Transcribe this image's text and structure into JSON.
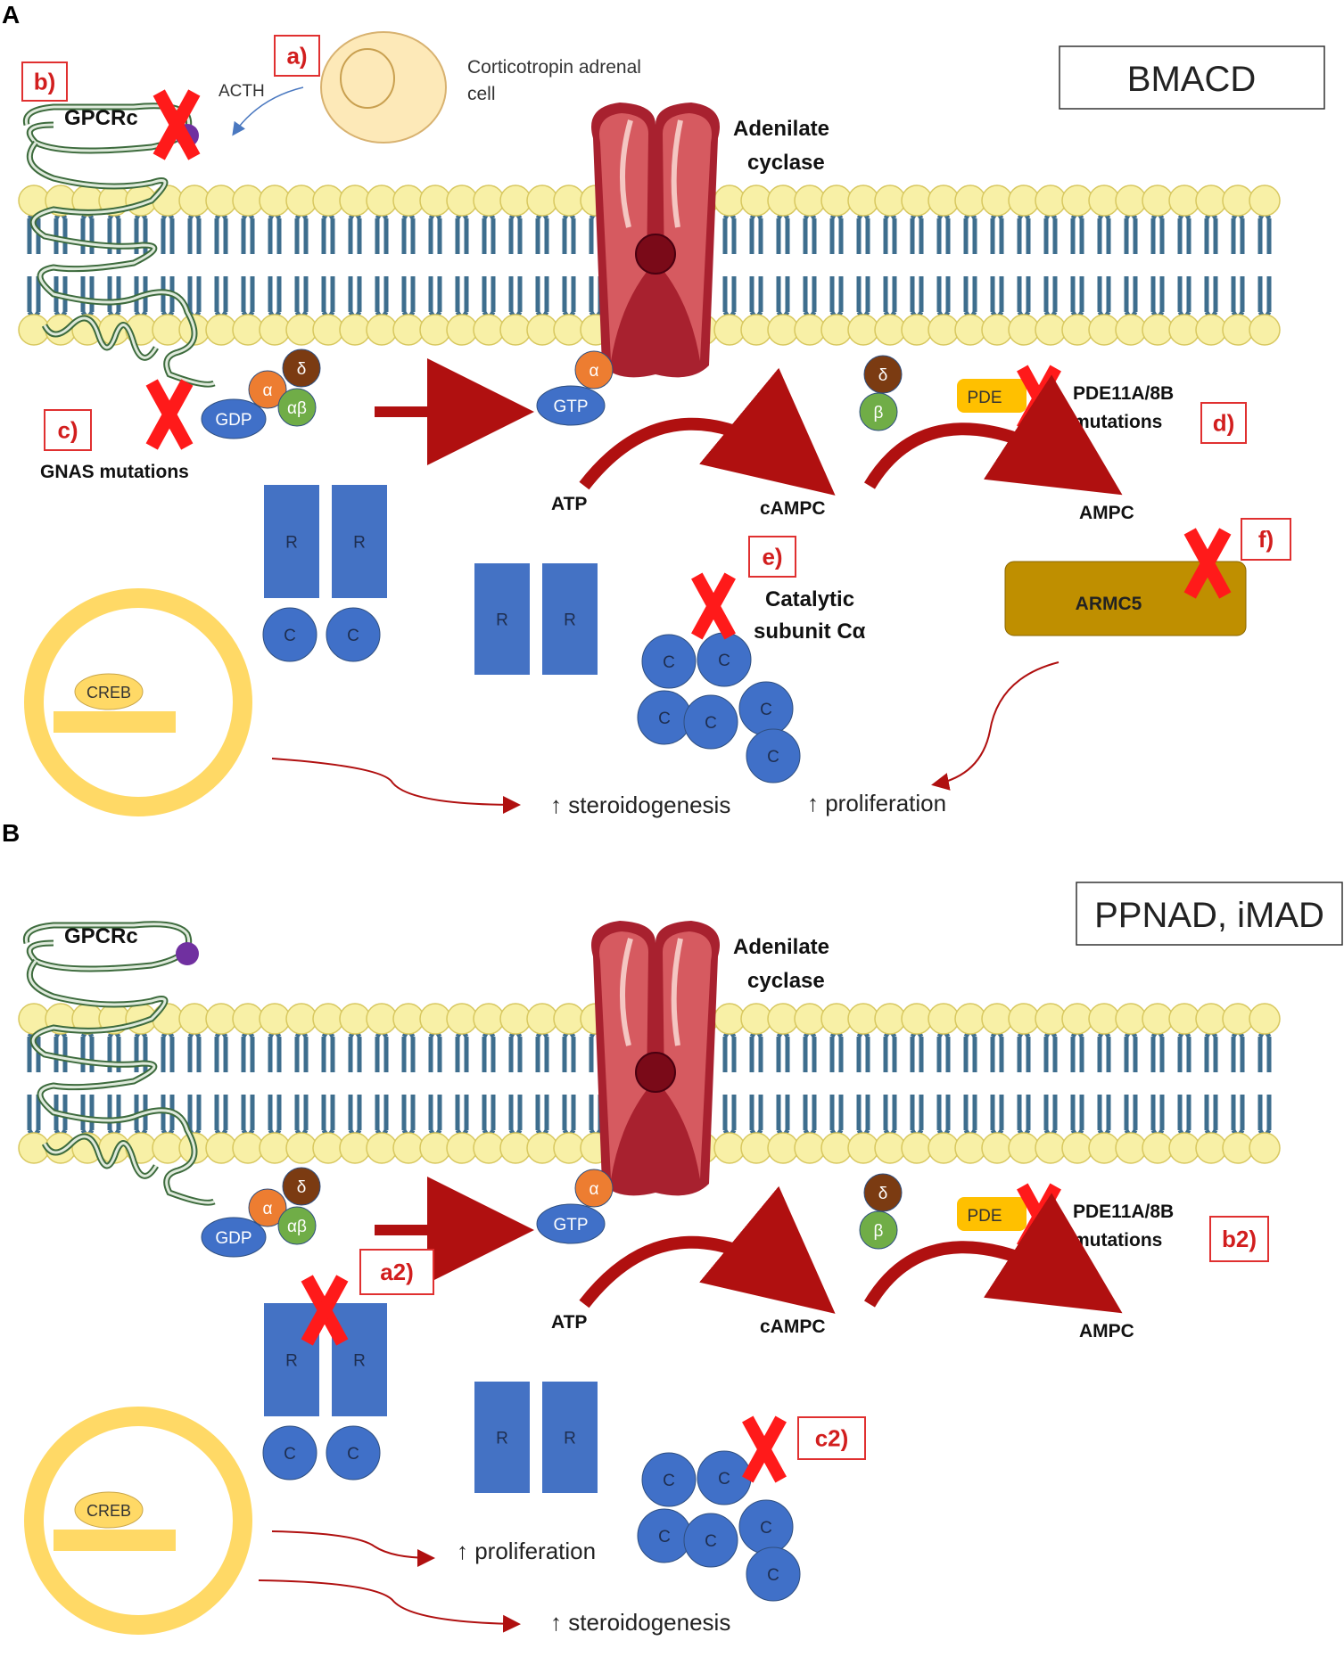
{
  "panels": [
    {
      "letter": "A",
      "title": "BMACD",
      "gpcr_label": "GPCRc",
      "acth_label": "ACTH",
      "adrenal_cell_label_line1": "Corticotropin adrenal",
      "adrenal_cell_label_line2": "cell",
      "adenylate_line1": "Adenilate",
      "adenylate_line2": "cyclase",
      "alpha": "α",
      "delta": "δ",
      "alphabeta": "αβ",
      "beta": "β",
      "gdp": "GDP",
      "gtp": "GTP",
      "atp": "ATP",
      "camp": "cAMPC",
      "ampc": "AMPC",
      "pde": "PDE",
      "pde_mut_line1": "PDE11A/8B",
      "pde_mut_line2": "mutations",
      "gnas_label": "GNAS mutations",
      "catalytic_line1": "Catalytic",
      "catalytic_line2": "subunit Cα",
      "armc5": "ARMC5",
      "creb": "CREB",
      "r": "R",
      "c": "C",
      "out1": "↑ steroidogenesis",
      "out2": "↑ proliferation",
      "box_a": "a)",
      "box_b": "b)",
      "box_c": "c)",
      "box_d": "d)",
      "box_e": "e)",
      "box_f": "f)"
    },
    {
      "letter": "B",
      "title": "PPNAD, iMAD",
      "gpcr_label": "GPCRc",
      "adenylate_line1": "Adenilate",
      "adenylate_line2": "cyclase",
      "alpha": "α",
      "delta": "δ",
      "alphabeta": "αβ",
      "beta": "β",
      "gdp": "GDP",
      "gtp": "GTP",
      "atp": "ATP",
      "camp": "cAMPC",
      "ampc": "AMPC",
      "pde": "PDE",
      "pde_mut_line1": "PDE11A/8B",
      "pde_mut_line2": "mutations",
      "creb": "CREB",
      "r": "R",
      "c": "C",
      "out1": "↑ proliferation",
      "out2": "↑ steroidogenesis",
      "box_a2": "a2)",
      "box_b2": "b2)",
      "box_c2": "c2)"
    }
  ],
  "colors": {
    "membrane_head": "#f8f0a6",
    "membrane_tail": "#3e6e8e",
    "adenylate": "#d65a60",
    "subunit_c": "#4070c8",
    "subunit_r": "#4472c4",
    "alpha": "#ed7d31",
    "delta": "#7b3b12",
    "beta": "#70ad47",
    "pde": "#ffc000",
    "armc5": "#bf8f00",
    "nucleus": "#ffd966",
    "cross": "#ff1a1a",
    "arrow": "#b01010"
  }
}
